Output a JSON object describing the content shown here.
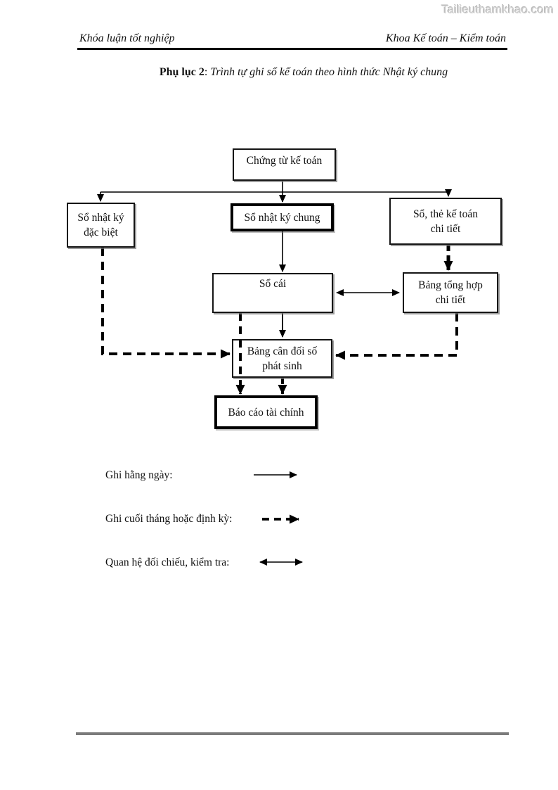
{
  "watermark": {
    "text": "Tailieuthamkhao.com"
  },
  "header": {
    "left": "Khóa luận tốt nghiệp",
    "right": "Khoa Kế toán – Kiểm toán"
  },
  "title": {
    "label": "Phụ lục 2",
    "separator": ": ",
    "text": "Trình tự ghi sổ kế toán theo hình thức  Nhật ký chung"
  },
  "diagram": {
    "nodes": {
      "chung_tu": "Chứng từ kế toán",
      "nhat_ky_dac_biet": "Sổ nhật ký đặc biệt",
      "nhat_ky_chung": "Sổ nhật ký chung",
      "so_the_chi_tiet": "Sổ, thẻ kế toán chi tiết",
      "so_cai": "Sổ cái",
      "bang_tong_hop": "Bảng tổng hợp chi tiết",
      "bang_can_doi": "Bảng cân đối số phát sinh",
      "bao_cao": "Báo cáo tài chính"
    },
    "legend": [
      {
        "label": "Ghi hằng ngày:",
        "style": "solid"
      },
      {
        "label": "Ghi cuối tháng hoặc định kỳ:",
        "style": "dashed"
      },
      {
        "label": "Quan hệ đối chiếu, kiểm tra:",
        "style": "double"
      }
    ],
    "colors": {
      "line": "#000000",
      "footer_rule": "#7b7b7b",
      "watermark": "#cdcdcd"
    }
  }
}
